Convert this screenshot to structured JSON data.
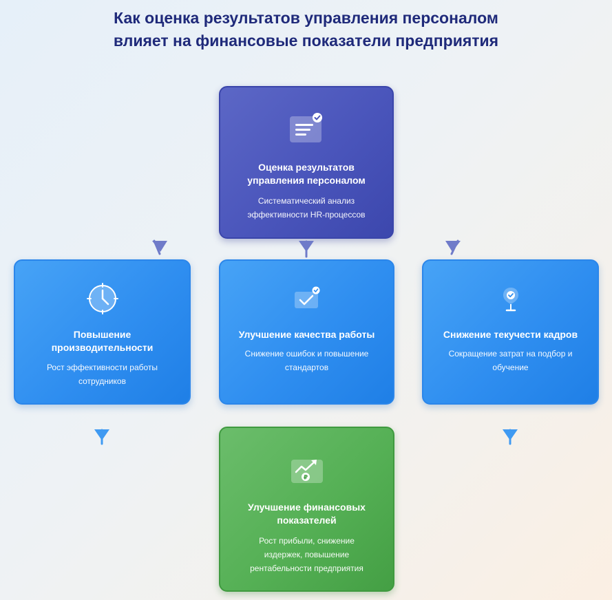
{
  "title": {
    "line1": "Как оценка результатов управления персоналом",
    "line2": "влияет на финансовые показатели предприятия"
  },
  "nodes": {
    "hr": {
      "title_line1": "Оценка результатов",
      "title_line2": "управления персоналом",
      "desc_line1": "Систематический анализ",
      "desc_line2": "эффективности HR-процессов",
      "icon": "document-check-icon",
      "color": "#4a55bb"
    },
    "productivity": {
      "title_line1": "Повышение",
      "title_line2": "производительности",
      "desc_line1": "Рост эффективности работы",
      "desc_line2": "сотрудников",
      "icon": "clock-icon",
      "color": "#2f8ef0"
    },
    "quality": {
      "title_line1": "Улучшение качества работы",
      "desc_line1": "Снижение ошибок и повышение",
      "desc_line2": "стандартов",
      "icon": "envelope-check-icon",
      "color": "#2f8ef0"
    },
    "turnover": {
      "title_line1": "Снижение текучести кадров",
      "desc_line1": "Сокращение затрат на подбор и",
      "desc_line2": "обучение",
      "icon": "badge-check-icon",
      "color": "#2f8ef0"
    },
    "finance": {
      "title_line1": "Улучшение финансовых",
      "title_line2": "показателей",
      "desc_line1": "Рост прибыли, снижение",
      "desc_line2": "издержек, повышение",
      "desc_line3": "рентабельности предприятия",
      "icon": "trend-up-ruble-icon",
      "icon_text": "₽",
      "color": "#55b055"
    }
  },
  "colors": {
    "title": "#1f2a7a",
    "arrow_top": "#6f7bc9",
    "arrow_bottom": "#3f9af2"
  }
}
